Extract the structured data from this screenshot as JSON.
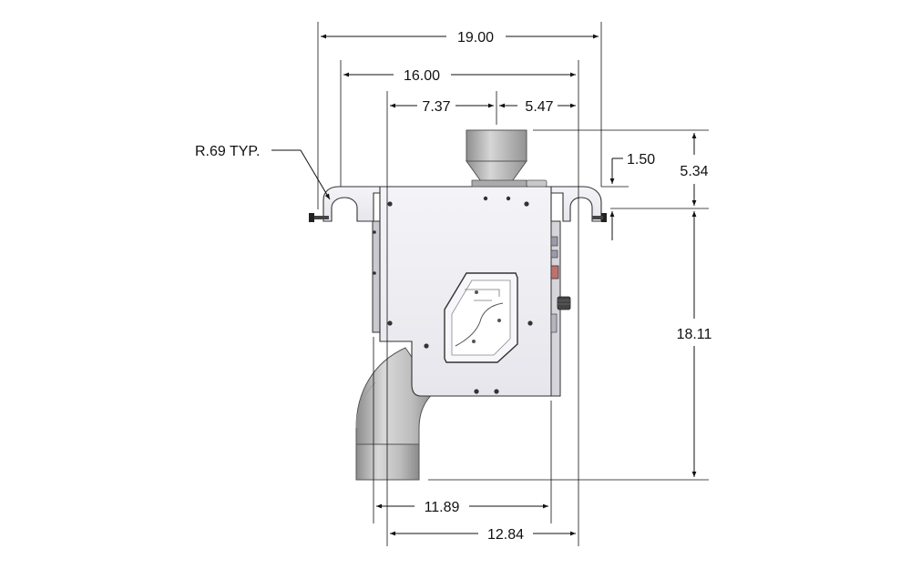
{
  "drawing": {
    "dimensions": {
      "overall_width": "19.00",
      "body_width": "16.00",
      "left_offset": "7.37",
      "right_offset": "5.47",
      "lip_height": "1.50",
      "hopper_height": "5.34",
      "body_height": "18.11",
      "lower_width": "11.89",
      "base_width": "12.84"
    },
    "radius_note": "R.69 TYP."
  }
}
